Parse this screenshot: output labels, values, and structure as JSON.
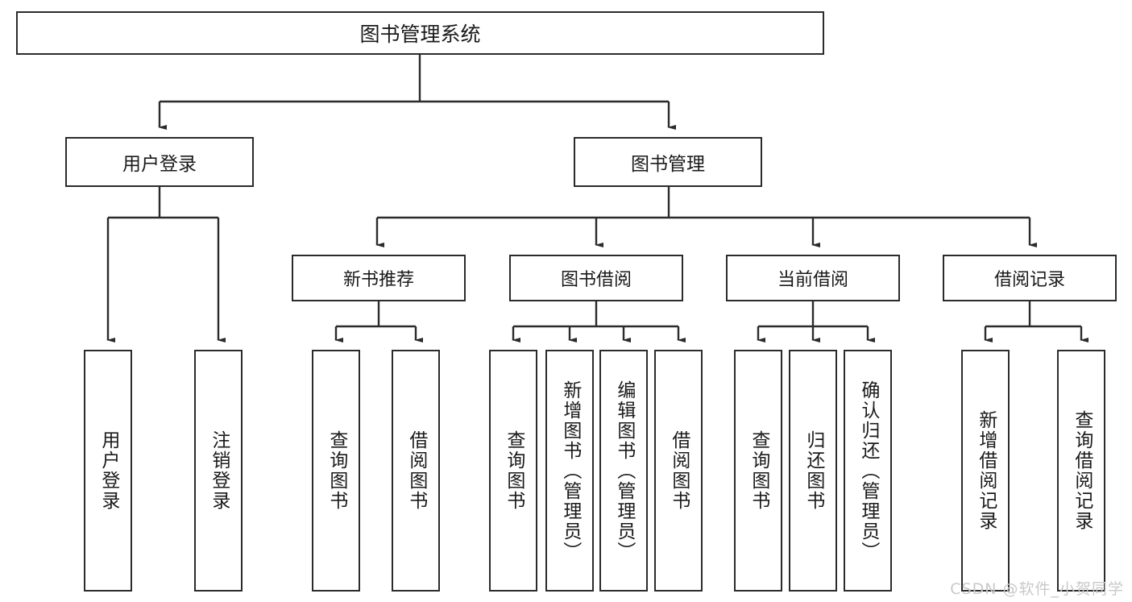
{
  "diagram": {
    "title": "图书管理系统",
    "type": "tree",
    "watermark": "CSDN @软件_小贺同学",
    "colors": {
      "background": "#ffffff",
      "stroke": "#2b2b2b",
      "text": "#1a1a1a",
      "watermark": "#c9c9c9"
    }
  },
  "nodes": {
    "root": {
      "label": "图书管理系统"
    },
    "level1": [
      {
        "label": "用户登录"
      },
      {
        "label": "图书管理"
      }
    ],
    "level2": [
      {
        "label": "新书推荐"
      },
      {
        "label": "图书借阅"
      },
      {
        "label": "当前借阅"
      },
      {
        "label": "借阅记录"
      }
    ],
    "leaves": {
      "user_login": [
        {
          "label": "用户登录"
        },
        {
          "label": "注销登录"
        }
      ],
      "new_book_recommend": [
        {
          "label": "查询图书"
        },
        {
          "label": "借阅图书"
        }
      ],
      "book_borrow": [
        {
          "label": "查询图书"
        },
        {
          "label": "新增图书（管理员）"
        },
        {
          "label": "编辑图书（管理员）"
        },
        {
          "label": "借阅图书"
        }
      ],
      "current_borrow": [
        {
          "label": "查询图书"
        },
        {
          "label": "归还图书"
        },
        {
          "label": "确认归还（管理员）"
        }
      ],
      "borrow_records": [
        {
          "label": "新增借阅记录"
        },
        {
          "label": "查询借阅记录"
        }
      ]
    }
  },
  "chart_data": {
    "type": "tree",
    "title": "图书管理系统",
    "hierarchy": [
      {
        "label": "用户登录",
        "children": [
          {
            "label": "用户登录"
          },
          {
            "label": "注销登录"
          }
        ]
      },
      {
        "label": "图书管理",
        "children": [
          {
            "label": "新书推荐",
            "children": [
              {
                "label": "查询图书"
              },
              {
                "label": "借阅图书"
              }
            ]
          },
          {
            "label": "图书借阅",
            "children": [
              {
                "label": "查询图书"
              },
              {
                "label": "新增图书（管理员）"
              },
              {
                "label": "编辑图书（管理员）"
              },
              {
                "label": "借阅图书"
              }
            ]
          },
          {
            "label": "当前借阅",
            "children": [
              {
                "label": "查询图书"
              },
              {
                "label": "归还图书"
              },
              {
                "label": "确认归还（管理员）"
              }
            ]
          },
          {
            "label": "借阅记录",
            "children": [
              {
                "label": "新增借阅记录"
              },
              {
                "label": "查询借阅记录"
              }
            ]
          }
        ]
      }
    ]
  }
}
